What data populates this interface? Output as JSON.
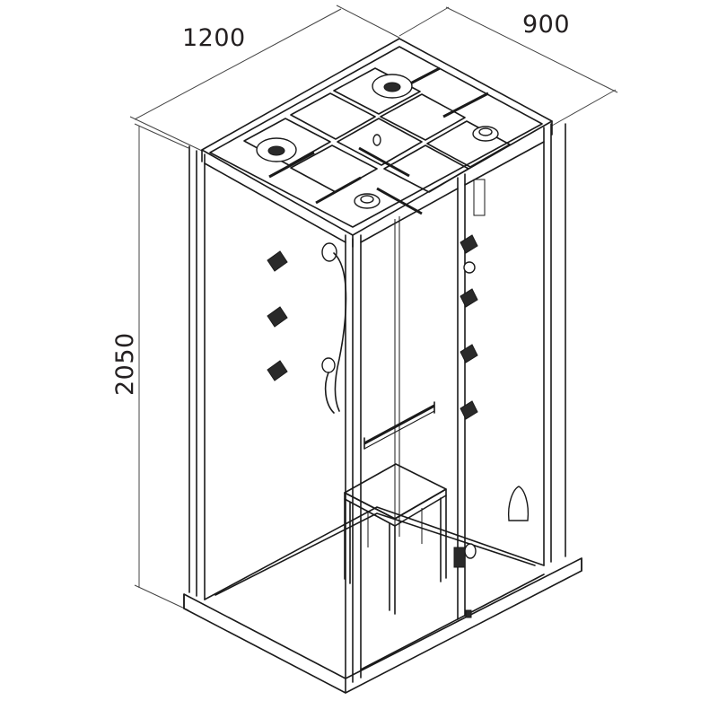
{
  "dimensions": {
    "width": "1200",
    "depth": "900",
    "height": "2050"
  },
  "colors": {
    "line": "#1a1a1a",
    "background": "#ffffff",
    "dimension_text": "#231f20"
  },
  "icons": [
    "shower-head-icon",
    "massage-jet-icon",
    "hand-shower-icon",
    "seat-icon",
    "towel-rail-icon"
  ]
}
